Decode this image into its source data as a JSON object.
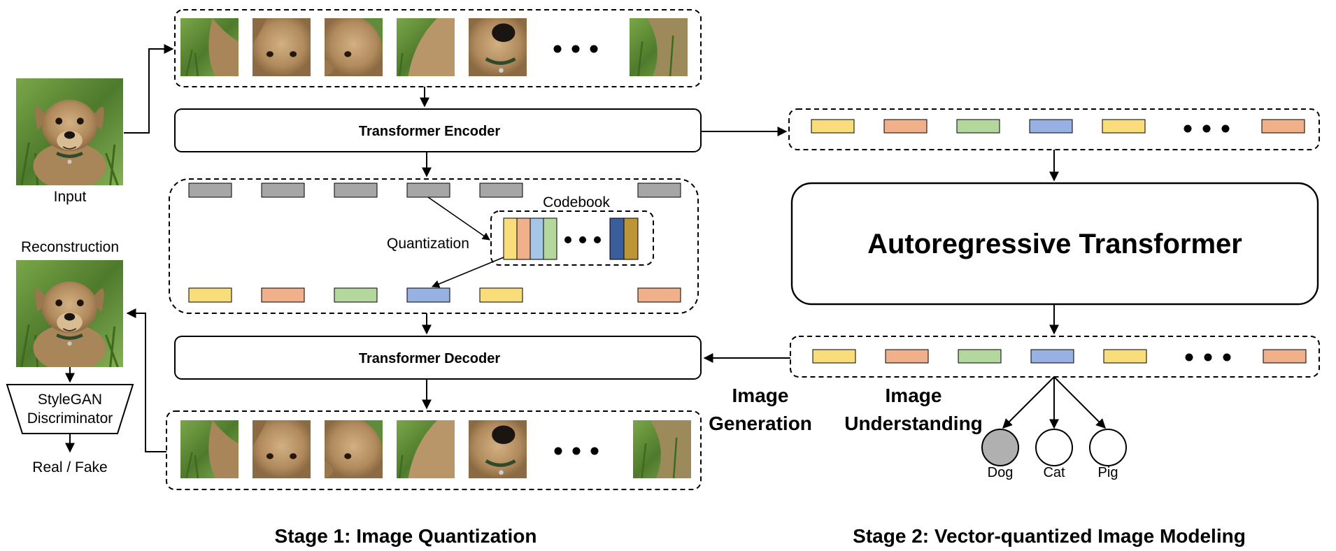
{
  "labels": {
    "input": "Input",
    "reconstruction": "Reconstruction",
    "stylegan_line1": "StyleGAN",
    "stylegan_line2": "Discriminator",
    "real_fake": "Real / Fake",
    "transformer_encoder": "Transformer Encoder",
    "transformer_decoder": "Transformer Decoder",
    "codebook": "Codebook",
    "quantization": "Quantization",
    "autoregressive_transformer": "Autoregressive Transformer",
    "image_generation_line1": "Image",
    "image_generation_line2": "Generation",
    "image_understanding_line1": "Image",
    "image_understanding_line2": "Understanding",
    "class_dog": "Dog",
    "class_cat": "Cat",
    "class_pig": "Pig",
    "stage1_caption": "Stage 1: Image Quantization",
    "stage2_caption": "Stage 2: Vector-quantized Image Modeling"
  },
  "colors": {
    "token_yellow": "#f9dd7a",
    "token_orange": "#f0b08a",
    "token_green": "#b3d79d",
    "token_blue": "#98b1e3",
    "token_gray": "#a6a6a6",
    "codebook_lightblue": "#a6c6e7",
    "codebook_darkblue": "#3a5d9c",
    "codebook_gold": "#bd9536",
    "selected_class": "#b0b0b0",
    "grass": "#5f8c3a",
    "fur": "#b8956a"
  }
}
